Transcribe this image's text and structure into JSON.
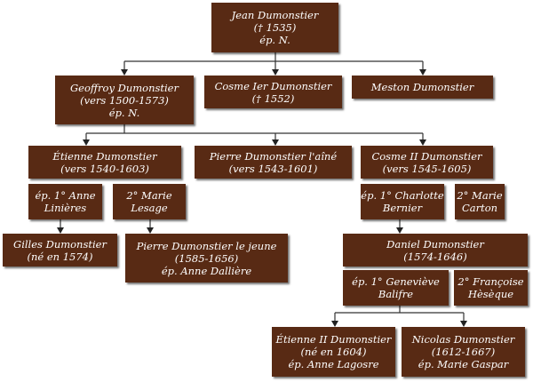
{
  "nodes": {
    "jean": [
      "Jean Dumonstier",
      "(† 1535)",
      "ép. N."
    ],
    "geoffroy": [
      "Geoffroy Dumonstier",
      "(vers 1500-1573)",
      "ép. N."
    ],
    "cosme1": [
      "Cosme Ier Dumonstier",
      "(† 1552)"
    ],
    "meston": [
      "Meston Dumonstier"
    ],
    "etienne": [
      "Étienne Dumonstier",
      "(vers 1540-1603)"
    ],
    "pierre_aine": [
      "Pierre Dumonstier l'aîné",
      "(vers 1543-1601)"
    ],
    "cosme2": [
      "Cosme II Dumonstier",
      "(vers 1545-1605)"
    ],
    "anne_linieres": [
      "ép. 1° Anne",
      "Linières"
    ],
    "marie_lesage": [
      "2° Marie",
      "Lesage"
    ],
    "charlotte_bernier": [
      "ép. 1° Charlotte",
      "Bernier"
    ],
    "marie_carton": [
      "2° Marie",
      "Carton"
    ],
    "gilles": [
      "Gilles Dumonstier",
      "(né en 1574)"
    ],
    "pierre_jeune": [
      "Pierre Dumonstier le jeune",
      "(1585-1656)",
      "ép. Anne Dallière"
    ],
    "daniel": [
      "Daniel Dumonstier",
      "(1574-1646)"
    ],
    "genevieve_balifre": [
      "ép. 1° Geneviève",
      "Balifre"
    ],
    "francoise_heseque": [
      "2° Françoise",
      "Hèsèque"
    ],
    "etienne2": [
      "Étienne II Dumonstier",
      "(né en 1604)",
      "ép. Anne Lagosre"
    ],
    "nicolas": [
      "Nicolas Dumonstier",
      "(1612-1667)",
      "ép. Marie Gaspar"
    ]
  }
}
